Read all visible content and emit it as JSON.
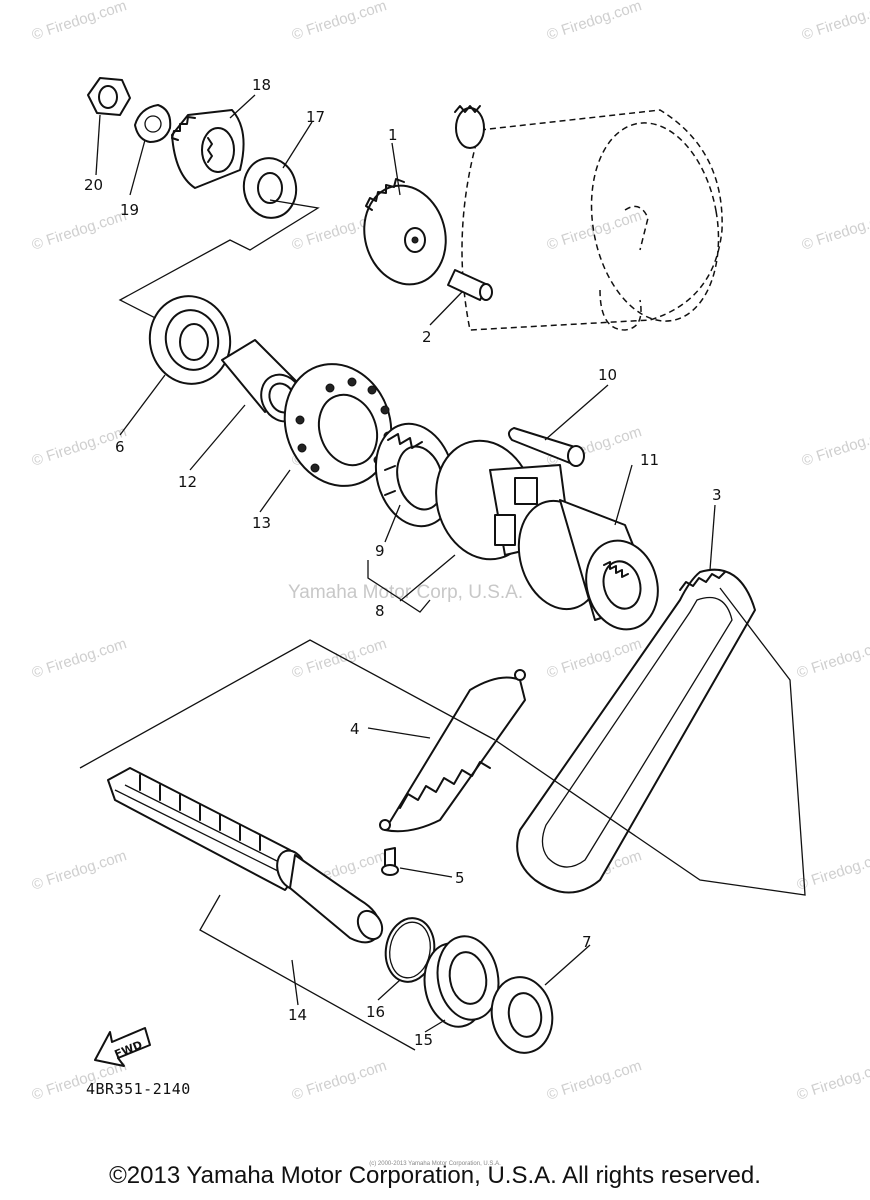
{
  "watermark": "© Firedog.com",
  "center_watermark": "Yamaha Motor Corp, U.S.A.",
  "drawing_code": "4BR351-2140",
  "fwd_label": "FWD",
  "copyright": "©2013 Yamaha Motor Corporation, U.S.A. All rights reserved.",
  "small_note": "(c) 2000-2013 Yamaha Motor Corporation, U.S.A.",
  "parts": [
    {
      "id": "1",
      "label": "1"
    },
    {
      "id": "2",
      "label": "2"
    },
    {
      "id": "3",
      "label": "3"
    },
    {
      "id": "4",
      "label": "4"
    },
    {
      "id": "5",
      "label": "5"
    },
    {
      "id": "6",
      "label": "6"
    },
    {
      "id": "7",
      "label": "7"
    },
    {
      "id": "8",
      "label": "8"
    },
    {
      "id": "9",
      "label": "9"
    },
    {
      "id": "10",
      "label": "10"
    },
    {
      "id": "11",
      "label": "11"
    },
    {
      "id": "12",
      "label": "12"
    },
    {
      "id": "13",
      "label": "13"
    },
    {
      "id": "14",
      "label": "14"
    },
    {
      "id": "15",
      "label": "15"
    },
    {
      "id": "16",
      "label": "16"
    },
    {
      "id": "17",
      "label": "17"
    },
    {
      "id": "18",
      "label": "18"
    },
    {
      "id": "19",
      "label": "19"
    },
    {
      "id": "20",
      "label": "20"
    }
  ]
}
